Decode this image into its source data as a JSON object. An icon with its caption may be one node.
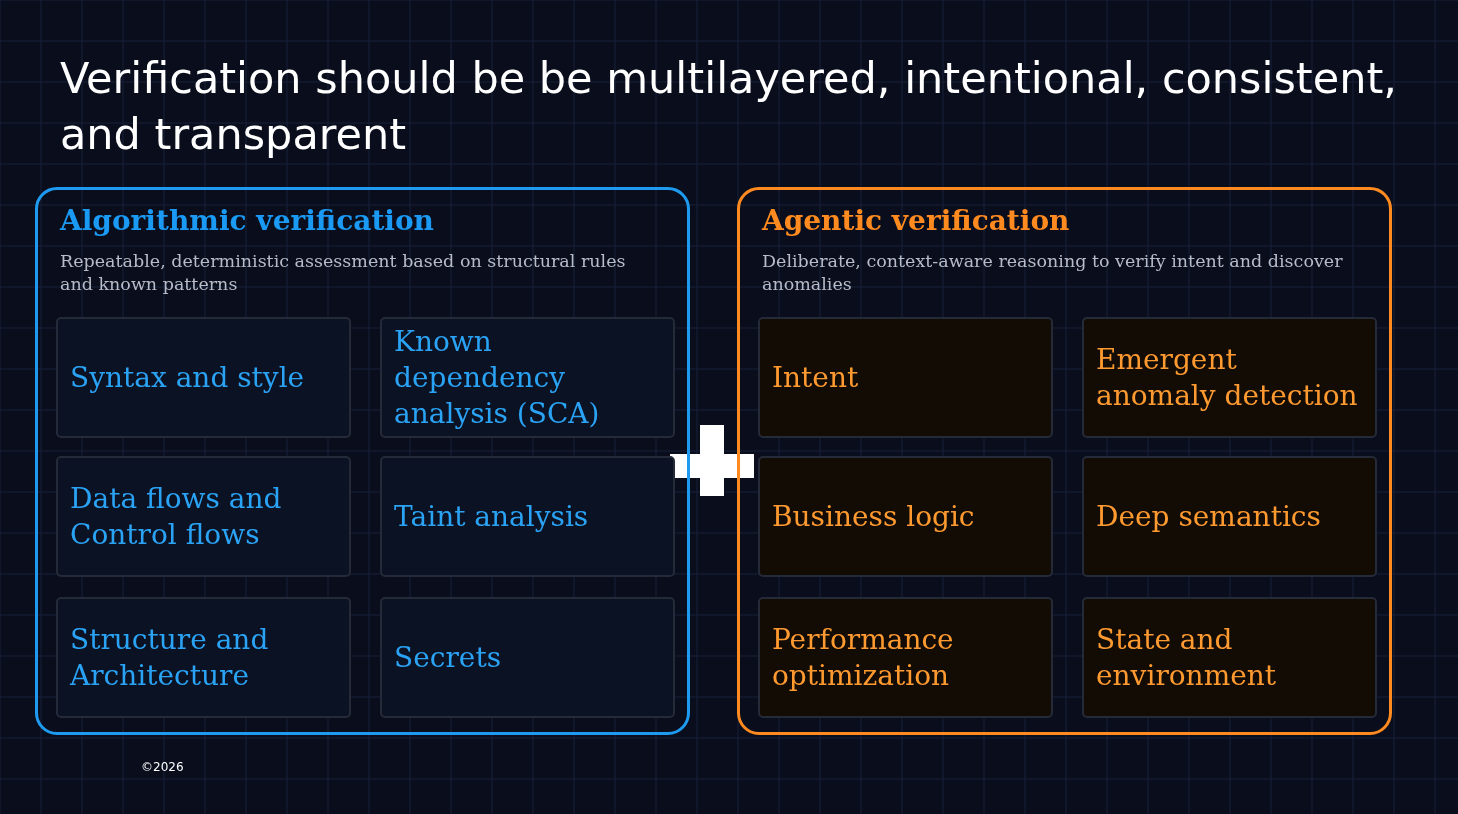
{
  "diagram": {
    "title": "Verification should be be multilayered, intentional, consistent, and transparent",
    "nodes": [
      {
        "text": [
          "Algorithmic verification",
          "Repeatable, deterministic assessment based on structural rules and known patterns"
        ]
      },
      {
        "text": [
          "Syntax and style"
        ],
        "in": 0
      },
      {
        "text": [
          "Known dependency analysis (SCA)"
        ],
        "in": 0
      },
      {
        "text": [
          "Data flows and Control flows"
        ],
        "in": 0
      },
      {
        "text": [
          "Taint analysis"
        ],
        "in": 0
      },
      {
        "text": [
          "Structure and Architecture"
        ],
        "in": 0
      },
      {
        "text": [
          "Secrets"
        ],
        "in": 0
      },
      {
        "text": [
          "Agentic verification",
          "Deliberate, context-aware reasoning to verify intent and discover anomalies"
        ]
      },
      {
        "text": [
          "Intent"
        ],
        "in": 7
      },
      {
        "text": [
          "Emergent anomaly detection"
        ],
        "in": 7
      },
      {
        "text": [
          "Business logic"
        ],
        "in": 7
      },
      {
        "text": [
          "Deep semantics"
        ],
        "in": 7
      },
      {
        "text": [
          "Performance optimization"
        ],
        "in": 7
      },
      {
        "text": [
          "State and environment"
        ],
        "in": 7
      }
    ],
    "labels": [
      "©2026"
    ]
  }
}
